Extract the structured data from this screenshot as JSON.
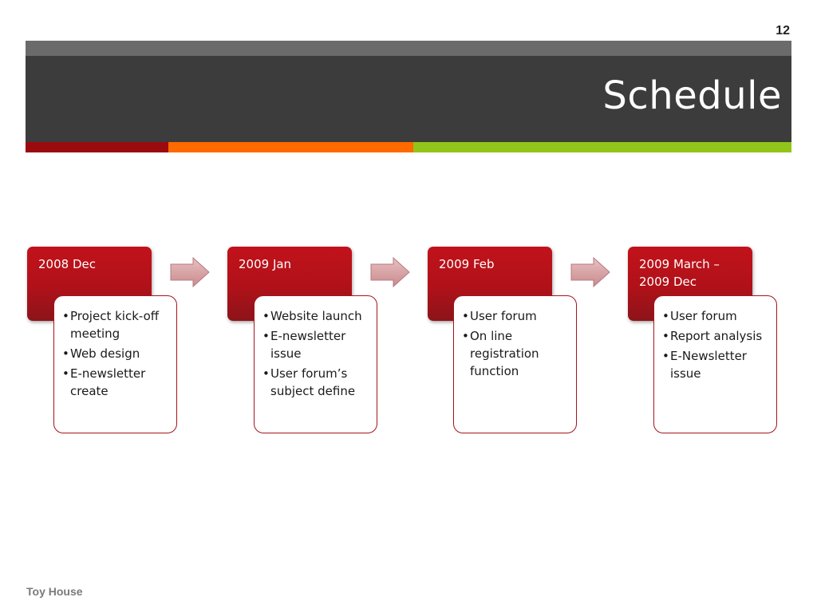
{
  "slide": {
    "number": "12",
    "title": "Schedule",
    "footer": "Toy House"
  },
  "colors": {
    "header_dark": "#3c3c3c",
    "header_strip": "#6b6b6b",
    "accent_red": "#9b0a0e",
    "accent_orange": "#ff6a00",
    "accent_green": "#92c51a",
    "stage_red": "#b01119",
    "arrow_fill": "#d9a3a5"
  },
  "icons": {
    "arrow": "right-arrow-icon",
    "bullet": "•"
  },
  "stages": [
    {
      "period": "2008 Dec",
      "items": [
        "Project kick-off meeting",
        "Web design",
        "E-newsletter create"
      ]
    },
    {
      "period": "2009 Jan",
      "items": [
        "Website launch",
        "E-newsletter issue",
        "User forum’s subject define"
      ]
    },
    {
      "period": "2009 Feb",
      "items": [
        "User forum",
        "On line registration function"
      ]
    },
    {
      "period": "2009 March – 2009 Dec",
      "items": [
        "User forum",
        "Report analysis",
        "E-Newsletter issue"
      ]
    }
  ]
}
